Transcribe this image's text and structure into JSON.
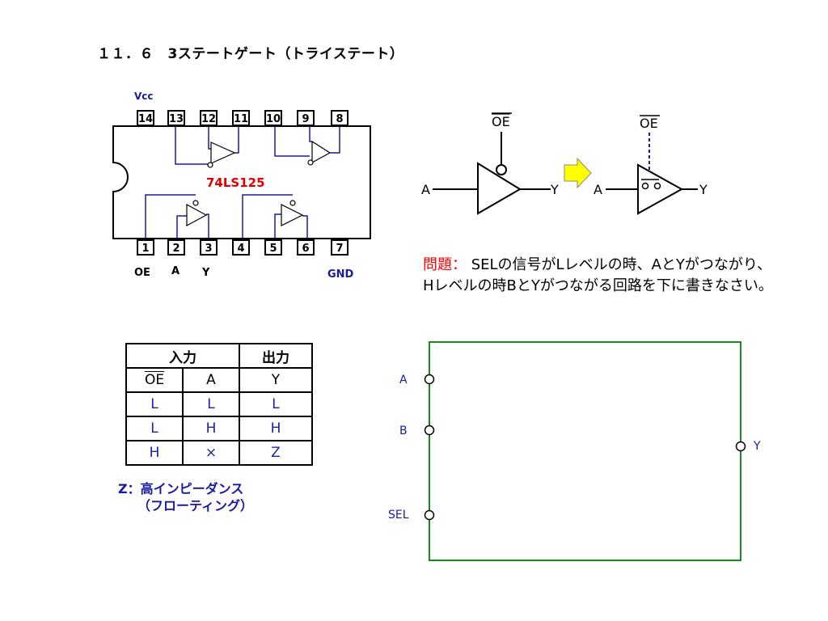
{
  "title": "１１．６　3ステートゲート（トライステート）",
  "ic": {
    "vcc_label": "Vcc",
    "chip_label": "74LS125",
    "top_pins": [
      "14",
      "13",
      "12",
      "11",
      "10",
      "9",
      "8"
    ],
    "bottom_pins": [
      "1",
      "2",
      "3",
      "4",
      "5",
      "6",
      "7"
    ],
    "bottom_labels": {
      "oe": "OE",
      "a": "A",
      "y": "Y",
      "gnd": "GND"
    }
  },
  "buffer_diagram": {
    "oe_label": "OE",
    "input_label": "A",
    "output_label": "Y"
  },
  "problem": {
    "label": "問題：",
    "text": " SELの信号がLレベルの時、AとYがつながり、Hレベルの時BとYがつながる回路を下に書きなさい。"
  },
  "truth_table": {
    "input_header": "入力",
    "output_header": "出力",
    "col_oe": "OE",
    "col_a": "A",
    "col_y": "Y",
    "rows": [
      [
        "L",
        "L",
        "L"
      ],
      [
        "L",
        "H",
        "H"
      ],
      [
        "H",
        "×",
        "Z"
      ]
    ]
  },
  "note": {
    "line1": "Z：高インピーダンス",
    "line2": "（フローティング）"
  },
  "circuit": {
    "label_a": "A",
    "label_b": "B",
    "label_sel": "SEL",
    "label_y": "Y"
  },
  "colors": {
    "line_blue": "#1a1a9a",
    "chip_red": "#e00000",
    "arrow_yellow": "#ffff00",
    "frame_green": "#1a8a1a",
    "problem_red": "#ff0000"
  }
}
